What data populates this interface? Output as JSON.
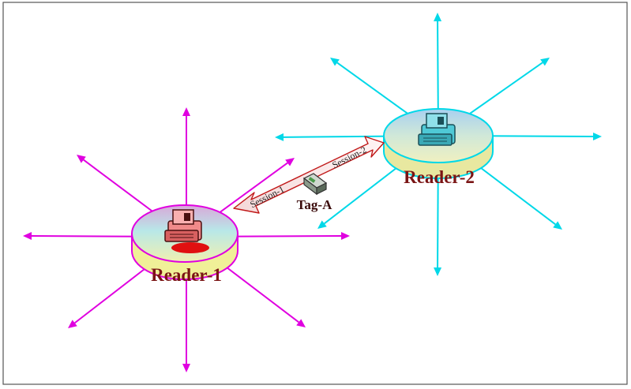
{
  "diagram": {
    "readers": [
      {
        "id": "reader-1",
        "label": "Reader-1",
        "ray_color": "#e000e0"
      },
      {
        "id": "reader-2",
        "label": "Reader-2",
        "ray_color": "#00d8e8"
      }
    ],
    "tag": {
      "label": "Tag-A"
    },
    "sessions": [
      {
        "label": "Session-1"
      },
      {
        "label": "Session-2"
      }
    ],
    "session_arrow_color": "#c01818"
  }
}
